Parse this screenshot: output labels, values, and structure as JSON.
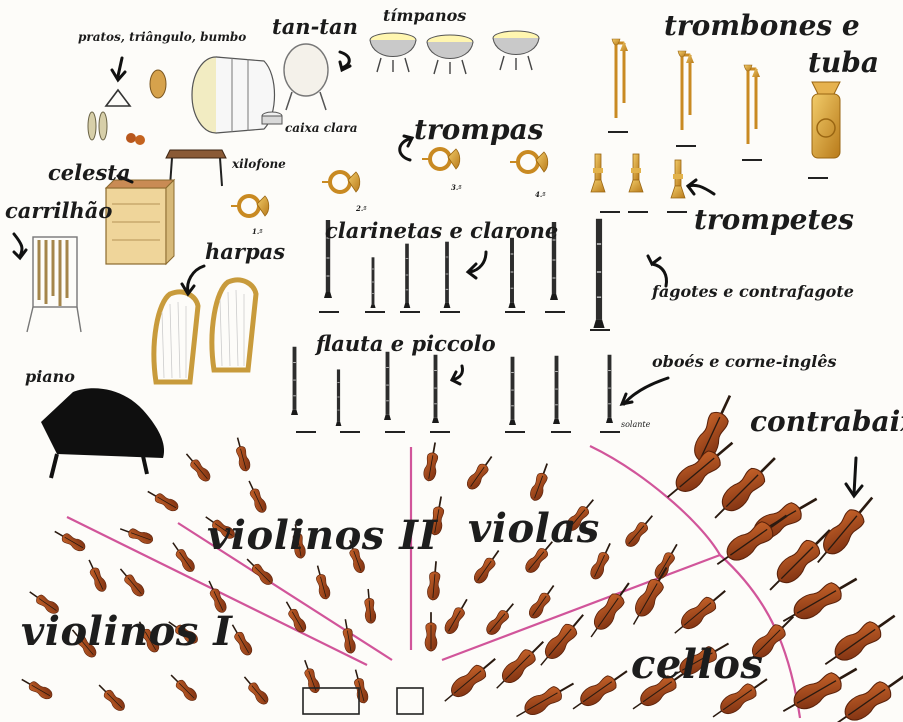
{
  "labels": {
    "percussion": "pratos, triângulo, bumbo",
    "tamtam": "tan-tan",
    "timpani": "tímpanos",
    "snare": "caixa clara",
    "xylophone": "xilofone",
    "celesta": "celesta",
    "chimes": "carrilhão",
    "harps": "harpas",
    "piano": "piano",
    "horns": "trompas",
    "trombones_line1": "trombones e",
    "trombones_line2": "tuba",
    "trumpets": "trompetes",
    "clarinets": "clarinetas e clarone",
    "bassoons": "fagotes e contrafagote",
    "flutes": "flauta e piccolo",
    "oboes": "oboés e corne-inglês",
    "oboe_small": "solante",
    "double_basses": "contrabaixos",
    "violins_2": "violinos II",
    "violas": "violas",
    "violins_1": "violinos I",
    "cellos": "cellos",
    "horn_numbers": [
      "1.ª",
      "2.ª",
      "3.ª",
      "4.ª"
    ]
  },
  "colors": {
    "background": "#fdfcf9",
    "section_divider": "#d1559a",
    "wood": "#a5471d",
    "brass": "#d8a02f",
    "woodwind": "#2a2a2a",
    "label_text": "#1b1b1b"
  },
  "icons": [
    "arrow-icon",
    "drum-icon",
    "harp-icon",
    "piano-icon",
    "violin-icon"
  ]
}
